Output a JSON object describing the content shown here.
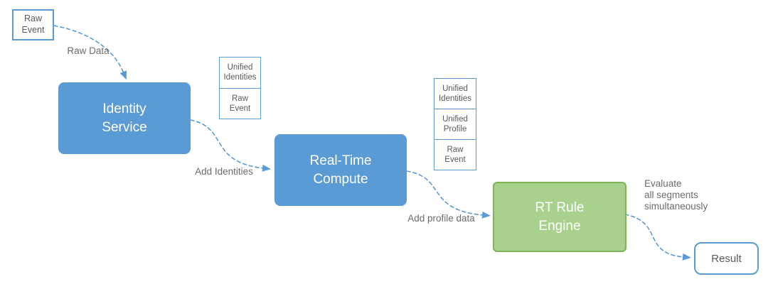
{
  "colors": {
    "node_blue": "#5B9BD5",
    "node_green_fill": "#A9D18E",
    "node_green_border": "#7FB356",
    "connector_blue": "#5B9BD5",
    "label_gray": "#6B6B6B",
    "small_box_text": "#595959"
  },
  "nodes": {
    "raw_event": {
      "label": "Raw\nEvent"
    },
    "identity_service": {
      "label": "Identity\nService"
    },
    "real_time_compute": {
      "label": "Real-Time\nCompute"
    },
    "rt_rule_engine": {
      "label": "RT Rule\nEngine"
    },
    "result": {
      "label": "Result"
    }
  },
  "data_stacks": {
    "after_identity_service": {
      "cells": [
        "Unified\nIdentities",
        "Raw\nEvent"
      ]
    },
    "after_real_time_compute": {
      "cells": [
        "Unified\nIdentities",
        "Unified\nProfile",
        "Raw\nEvent"
      ]
    }
  },
  "connector_labels": {
    "raw_data": "Raw Data",
    "add_identities": "Add Identities",
    "add_profile_data": "Add profile data",
    "evaluate_segments": "Evaluate\nall segments\nsimultaneously"
  }
}
